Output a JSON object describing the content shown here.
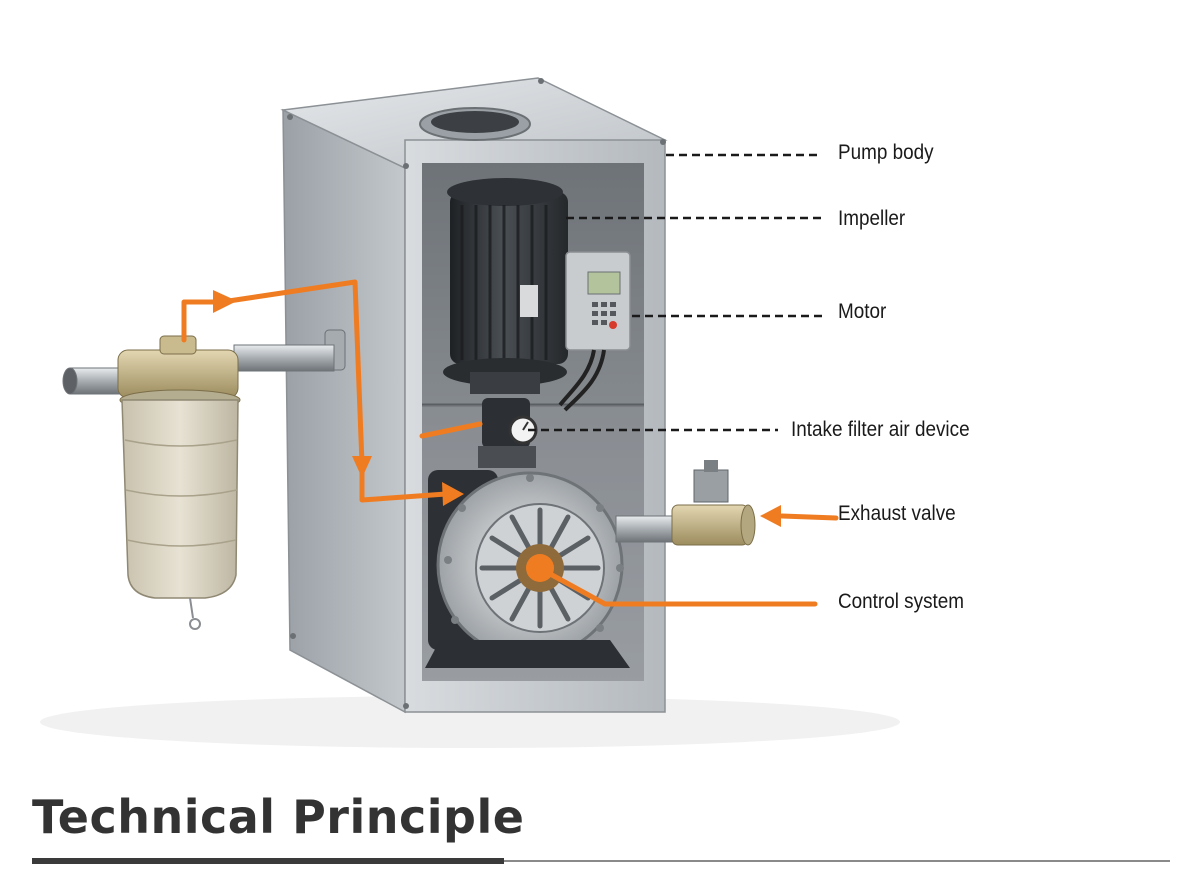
{
  "diagram": {
    "labels": {
      "pump_body": "Pump body",
      "impeller": "Impeller",
      "motor": "Motor",
      "intake_filter_air_device": "Intake filter air device",
      "exhaust_valve": "Exhaust valve",
      "control_system": "Control system"
    },
    "colors": {
      "flow_arrow": "#f07c22",
      "leader_line": "#1a1a1a",
      "cabinet_steel": "#c9cdd1"
    }
  },
  "section": {
    "title": "Technical Principle"
  }
}
